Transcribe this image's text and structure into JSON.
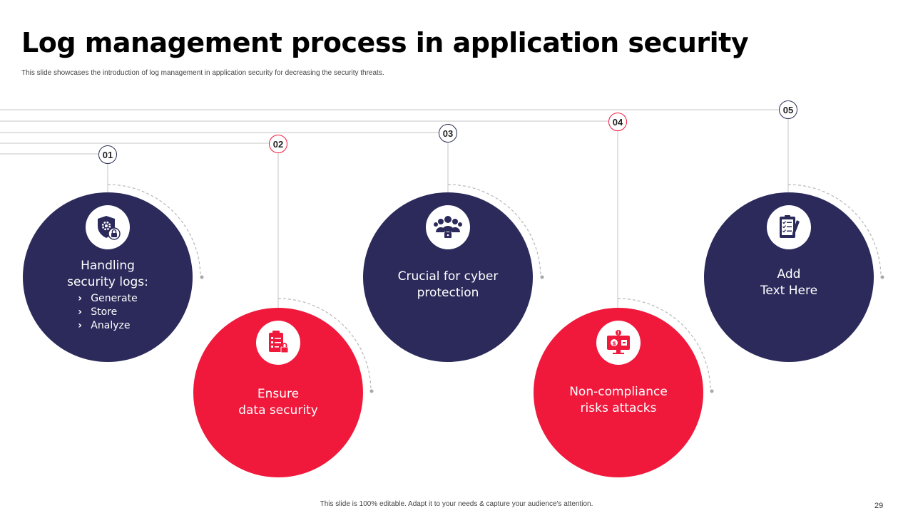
{
  "slide": {
    "title": "Log management process in application security",
    "subtitle": "This slide showcases the introduction of log management in application security for decreasing the security threats.",
    "footer": "This slide is 100% editable. Adapt it to your needs & capture your audience's attention.",
    "page_number": "29"
  },
  "colors": {
    "navy": "#2b2a5b",
    "red": "#f0193c",
    "connector_line": "#b0b0b0"
  },
  "steps": [
    {
      "number": "01",
      "text": "Handling\nsecurity logs:",
      "bullets": [
        "Generate",
        "Store",
        "Analyze"
      ],
      "color": "navy",
      "icon": "shield-gear-lock-icon"
    },
    {
      "number": "02",
      "text": "Ensure\ndata security",
      "color": "red",
      "icon": "document-lock-icon"
    },
    {
      "number": "03",
      "text": "Crucial for cyber\nprotection",
      "color": "navy",
      "icon": "group-lock-icon"
    },
    {
      "number": "04",
      "text": "Non-compliance\nrisks attacks",
      "color": "red",
      "icon": "monitor-warning-icon"
    },
    {
      "number": "05",
      "text": "Add\nText Here",
      "color": "navy",
      "icon": "clipboard-checklist-icon"
    }
  ]
}
